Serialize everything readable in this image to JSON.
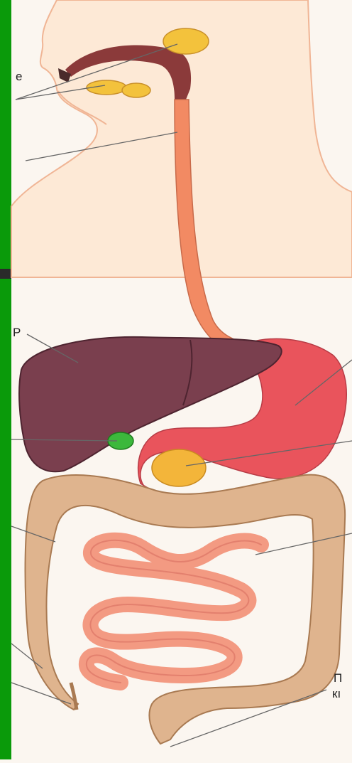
{
  "colors": {
    "slide_green": "#0a9a0a",
    "slide_dark": "#2a2a2a",
    "skin": "#fde9d6",
    "skin_outline": "#f0b595",
    "esophagus": "#f28a63",
    "liver": "#7a3f4e",
    "stomach": "#e9545c",
    "pancreas": "#f3b53a",
    "intestine_large": "#dfb48e",
    "intestine_small": "#f39a82",
    "gallbladder": "#3cb83c",
    "salivary": "#f3c23c",
    "leader_line": "#666666"
  },
  "labels": {
    "salivary_fragment": "е",
    "liver_fragment": "Р",
    "rectum_line1": "П",
    "rectum_line2": "кı"
  }
}
